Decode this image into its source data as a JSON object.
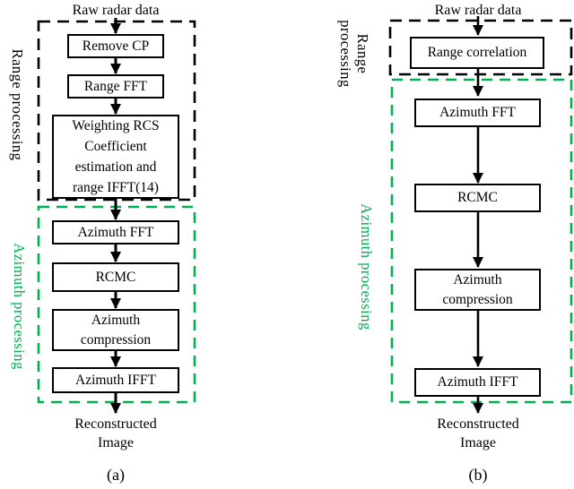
{
  "colors": {
    "line_black": "#000000",
    "group_green": "#00b050",
    "box_fill": "#ffffff"
  },
  "diagram_a": {
    "caption": "(a)",
    "input_label": "Raw radar data",
    "output_label": "Reconstructed\nImage",
    "range_group_label": "Range processing",
    "azimuth_group_label": "Azimuth processing",
    "nodes": {
      "remove_cp": "Remove CP",
      "range_fft": "Range FFT",
      "weighting": "Weighting RCS\nCoefficient\nestimation and\nrange IFFT(14)",
      "azimuth_fft": "Azimuth FFT",
      "rcmc": "RCMC",
      "azimuth_compression": "Azimuth\ncompression",
      "azimuth_ifft": "Azimuth IFFT"
    }
  },
  "diagram_b": {
    "caption": "(b)",
    "input_label": "Raw radar data",
    "output_label": "Reconstructed\nImage",
    "range_group_label": "Range\nprocessing",
    "azimuth_group_label": "Azimuth processing",
    "nodes": {
      "range_correlation": "Range correlation",
      "azimuth_fft": "Azimuth FFT",
      "rcmc": "RCMC",
      "azimuth_compression": "Azimuth\ncompression",
      "azimuth_ifft": "Azimuth IFFT"
    }
  }
}
